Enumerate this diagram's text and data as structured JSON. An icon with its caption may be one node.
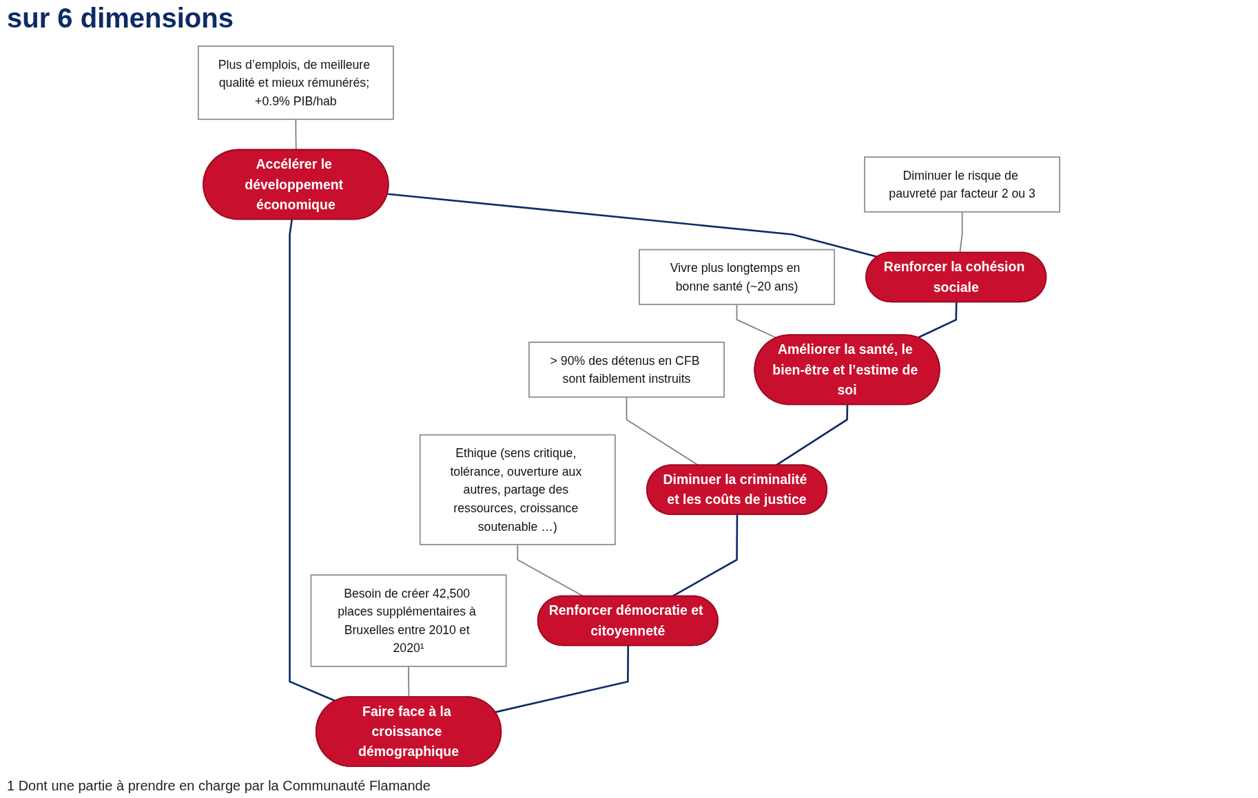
{
  "diagram": {
    "title": "sur 6 dimensions",
    "caption": "1 Dont une partie à prendre en charge par la Communauté Flamande",
    "nodes": [
      {
        "text": [
          "Accélérer le développement économique"
        ]
      },
      {
        "text": [
          "Renforcer la cohésion sociale"
        ]
      },
      {
        "text": [
          "Améliorer la santé, le bien-être et l’estime de soi"
        ]
      },
      {
        "text": [
          "Diminuer la criminalité et les coûts de justice"
        ]
      },
      {
        "text": [
          "Renforcer démocratie et citoyenneté"
        ]
      },
      {
        "text": [
          "Faire face à la croissance démographique"
        ]
      },
      {
        "text": [
          "Plus d’emplois, de meilleure qualité et mieux rémunérés; +0.9% PIB/hab"
        ]
      },
      {
        "text": [
          "Diminuer le risque de pauvreté par facteur 2 ou 3"
        ]
      },
      {
        "text": [
          "Vivre plus longtemps en bonne santé (~20 ans)"
        ]
      },
      {
        "text": [
          "> 90% des détenus en CFB sont faiblement instruits"
        ]
      },
      {
        "text": [
          "Ethique (sens critique, tolérance, ouverture aux autres, partage des ressources, croissance soutenable …)"
        ]
      },
      {
        "text": [
          "Besoin de créer 42,500 places supplémentaires à Bruxelles entre 2010 et 2020¹"
        ]
      }
    ],
    "edges": [
      {
        "from": 0,
        "to": 1,
        "arrow": "none"
      },
      {
        "from": 1,
        "to": 2,
        "arrow": "none"
      },
      {
        "from": 2,
        "to": 3,
        "arrow": "none"
      },
      {
        "from": 3,
        "to": 4,
        "arrow": "none"
      },
      {
        "from": 4,
        "to": 5,
        "arrow": "none"
      },
      {
        "from": 5,
        "to": 0,
        "arrow": "none"
      },
      {
        "from": 6,
        "to": 0,
        "arrow": "none",
        "color": "#7f7f7f"
      },
      {
        "from": 7,
        "to": 1,
        "arrow": "none",
        "color": "#7f7f7f"
      },
      {
        "from": 8,
        "to": 2,
        "arrow": "none",
        "color": "#7f7f7f"
      },
      {
        "from": 9,
        "to": 3,
        "arrow": "none",
        "color": "#7f7f7f"
      },
      {
        "from": 10,
        "to": 4,
        "arrow": "none",
        "color": "#7f7f7f"
      },
      {
        "from": 11,
        "to": 5,
        "arrow": "none",
        "color": "#7f7f7f"
      }
    ]
  }
}
